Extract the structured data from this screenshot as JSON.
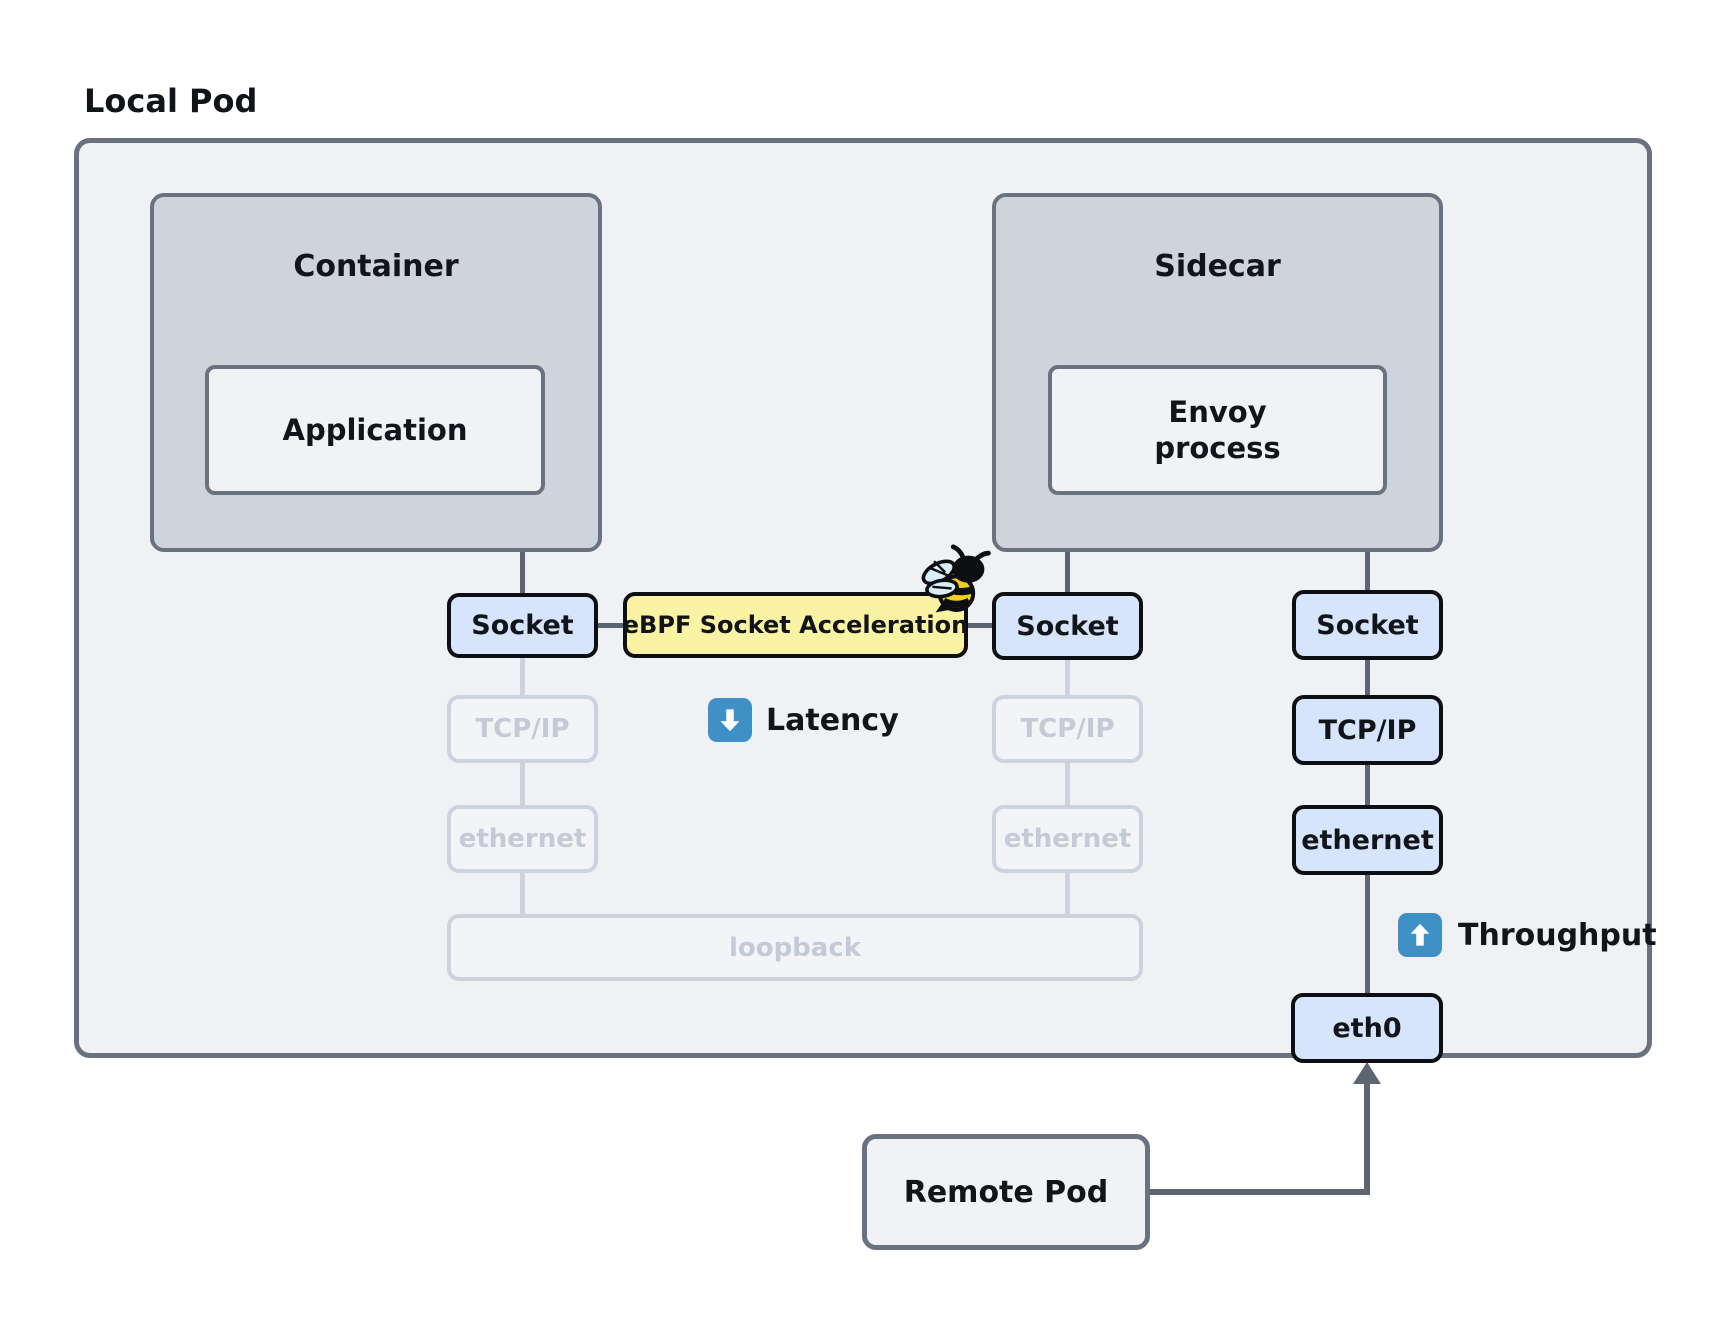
{
  "diagram": {
    "title": "Local Pod",
    "local_pod": {
      "container": {
        "title": "Container",
        "inner": "Application"
      },
      "sidecar": {
        "title": "Sidecar",
        "inner_line1": "Envoy",
        "inner_line2": "process"
      },
      "app_stack": {
        "socket": "Socket",
        "tcpip": "TCP/IP",
        "ethernet": "ethernet"
      },
      "sidecar_stack": {
        "socket": "Socket",
        "tcpip": "TCP/IP",
        "ethernet": "ethernet"
      },
      "nic_stack": {
        "socket": "Socket",
        "tcpip": "TCP/IP",
        "ethernet": "ethernet",
        "eth0": "eth0"
      },
      "loopback": "loopback",
      "ebpf_acceleration": "eBPF Socket Acceleration",
      "latency_label": "Latency",
      "throughput_label": "Throughput"
    },
    "remote_pod": "Remote Pod",
    "colors": {
      "active_node_fill": "#d6e5fb",
      "highlight_fill": "#fbf3a4",
      "badge_blue": "#4090c8",
      "muted_gray": "#ccd3dc",
      "frame_gray": "#6a7280",
      "connector_dark": "#5d6570"
    },
    "icons": {
      "bee": "ebpf-bee",
      "latency": "down-arrow",
      "throughput": "up-arrow"
    }
  }
}
